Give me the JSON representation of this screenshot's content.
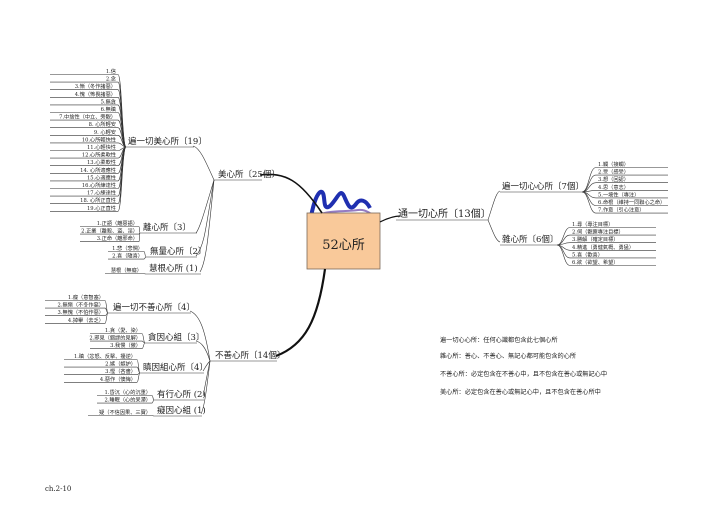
{
  "page_label": "ch.2-10",
  "central": {
    "label": "52心所"
  },
  "branches": {
    "beautiful": {
      "label": "美心所〔25個〕",
      "groups": {
        "universal": {
          "label": "遍一切美心所〔19〕",
          "items": [
            "1.信",
            "2.念",
            "3.慚（冬作諸惡）",
            "4.愧（怖畏諸惡）",
            "5.無貪",
            "6.無瞋",
            "7.中捨性（中立、旁觀）",
            "8. 心所輕安",
            "9. 心輕安",
            "10.心所輕快性",
            "11.心輕快性",
            "12.心所柔軟性",
            "13.心柔軟性",
            "14. 心所適應性",
            "15.心適應性",
            "16.心所練達性",
            "17.心練達性",
            "18. 心所正直性",
            "19.心正直性"
          ]
        },
        "abstinence": {
          "label": "離心所〔3〕",
          "items": [
            "1.正語（離惡語）",
            "2.正業（離殺、盜、淫）",
            "3.正命（離邪命）"
          ]
        },
        "illimitable": {
          "label": "無量心所〔2〕",
          "items": [
            "1.悲（悲憫）",
            "2.喜（隨喜）"
          ]
        },
        "wisdom": {
          "label": "慧根心所 (1)",
          "items": [
            "慧根（無癡）"
          ]
        }
      }
    },
    "unwholesome": {
      "label": "不善心所〔14個〕",
      "groups": {
        "universal": {
          "label": "遍一切不善心所〔4〕",
          "items": [
            "1.癡（意智塞）",
            "2.無慚（不冬作惡）",
            "3.無愧（不怕作惡）",
            "4.掉擧（去乏）"
          ]
        },
        "greed": {
          "label": "貪因心組〔3〕",
          "items": [
            "1.貪（愛、染）",
            "2.邪見（錯謬的見解）",
            "3.我慢（傲）"
          ]
        },
        "hatred": {
          "label": "瞋因組心所〔4〕",
          "items": [
            "1.瞋（忿怒、反擊、擾逆）",
            "2.嫉（嫉妒）",
            "3.慳（吝嗇）",
            "4.惡作（懊悔）"
          ]
        },
        "sloth": {
          "label": "有行心所 (2)",
          "items": [
            "1.昏沉（心的沉重）",
            "2.睡眠（心的呆滯）"
          ]
        },
        "delusion": {
          "label": "癡因心組 (1)",
          "items": [
            "疑（不信因果、三寶）"
          ]
        }
      }
    },
    "ethically_variable": {
      "label": "通一切心所〔13個〕",
      "groups": {
        "universal": {
          "label": "遍一切心心所〔7個〕",
          "items": [
            "1.觸（接觸）",
            "2.受（感受）",
            "3.想（回認）",
            "4.思（意志）",
            "5.一境性（專注）",
            "6.命根（維持一同聯心之命）",
            "7.作意（引心注意）"
          ]
        },
        "occasional": {
          "label": "雜心所〔6個〕",
          "items": [
            "1.尋（專注目標）",
            "2.伺（觀察專注目標）",
            "3.勝解（確定目標）",
            "4.精進（勇健氣概、勇猛）",
            "5.喜（歡喜）",
            "6.欲（欲望、希望）"
          ]
        }
      }
    }
  },
  "notes": [
    "遍一切心心所：任何心識都包含此七個心所",
    "雜心所：善心、不善心、無記心都可能包含的心所",
    "不善心所：必定包含在不善心中，且不包含在善心或無記心中",
    "美心所：必定包含在善心或無記心中，且不包含在善心所中"
  ],
  "colors": {
    "central_fill": "#f9c99a",
    "central_border": "#7a6a5a",
    "swirl_blue": "#1f2fb0",
    "swirl_purple": "#7b5ab4"
  }
}
